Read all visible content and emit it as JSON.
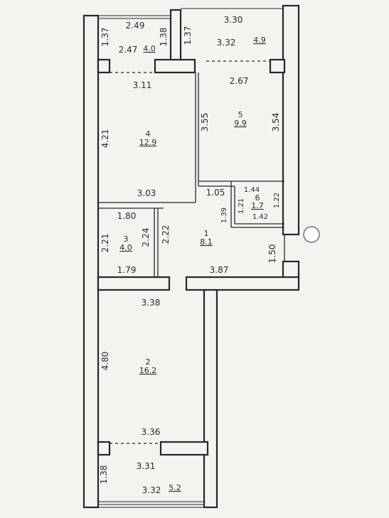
{
  "rooms": [
    {
      "id": "r1",
      "number": "1",
      "area": "8.1"
    },
    {
      "id": "r2",
      "number": "2",
      "area": "16.2"
    },
    {
      "id": "r3",
      "number": "3",
      "area": "4.0"
    },
    {
      "id": "r4",
      "number": "4",
      "area": "12.9"
    },
    {
      "id": "r5",
      "number": "5",
      "area": "9.9"
    },
    {
      "id": "r6",
      "number": "6",
      "area": "1.7"
    }
  ],
  "balconies": [
    {
      "id": "b_top_left",
      "area": "4.0"
    },
    {
      "id": "b_top_right",
      "area": "4.9"
    },
    {
      "id": "b_bottom",
      "area": "5.2"
    }
  ],
  "dimensions": {
    "d_2_49": "2.49",
    "d_1_37_a": "1.37",
    "d_1_38_a": "1.38",
    "d_1_37_b": "1.37",
    "d_3_30": "3.30",
    "d_2_47": "2.47",
    "d_3_32_a": "3.32",
    "d_3_11": "3.11",
    "d_2_67": "2.67",
    "d_4_21": "4.21",
    "d_3_55": "3.55",
    "d_3_54": "3.54",
    "d_3_03": "3.03",
    "d_1_05": "1.05",
    "d_1_44": "1.44",
    "d_1_21": "1.21",
    "d_1_22": "1.22",
    "d_1_39": "1.39",
    "d_1_42": "1.42",
    "d_1_80": "1.80",
    "d_2_21": "2.21",
    "d_2_24": "2.24",
    "d_2_22": "2.22",
    "d_1_50": "1.50",
    "d_1_79": "1.79",
    "d_3_87": "3.87",
    "d_3_38": "3.38",
    "d_4_80": "4.80",
    "d_3_36": "3.36",
    "d_3_31": "3.31",
    "d_1_38_b": "1.38",
    "d_3_32_b": "3.32"
  }
}
